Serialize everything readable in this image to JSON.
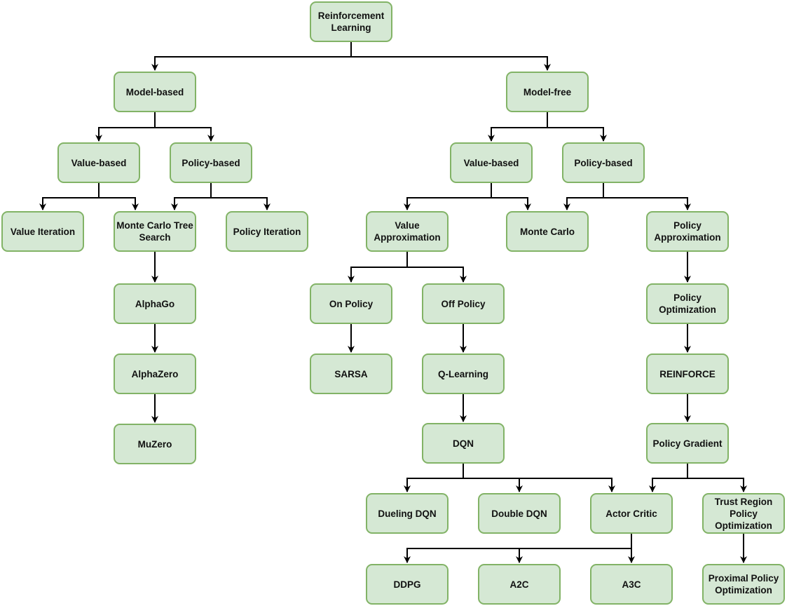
{
  "nodes": {
    "rl": "Reinforcement Learning",
    "model_based": "Model-based",
    "model_free": "Model-free",
    "mb_value_based": "Value-based",
    "mb_policy_based": "Policy-based",
    "mf_value_based": "Value-based",
    "mf_policy_based": "Policy-based",
    "value_iteration": "Value Iteration",
    "mcts": "Monte Carlo Tree Search",
    "policy_iteration": "Policy Iteration",
    "value_approximation": "Value Approximation",
    "monte_carlo": "Monte Carlo",
    "policy_approximation": "Policy Approximation",
    "alphago": "AlphaGo",
    "alphazero": "AlphaZero",
    "muzero": "MuZero",
    "on_policy": "On Policy",
    "off_policy": "Off Policy",
    "sarsa": "SARSA",
    "q_learning": "Q-Learning",
    "dqn": "DQN",
    "policy_optimization": "Policy Optimization",
    "reinforce": "REINFORCE",
    "policy_gradient": "Policy Gradient",
    "dueling_dqn": "Dueling DQN",
    "double_dqn": "Double DQN",
    "actor_critic": "Actor Critic",
    "trpo": "Trust Region Policy Optimization",
    "ddpg": "DDPG",
    "a2c": "A2C",
    "a3c": "A3C",
    "ppo": "Proximal Policy Optimization"
  },
  "colors": {
    "node_fill": "#d5e8d4",
    "node_border": "#82b366",
    "edge": "#000000",
    "text": "#111111"
  }
}
